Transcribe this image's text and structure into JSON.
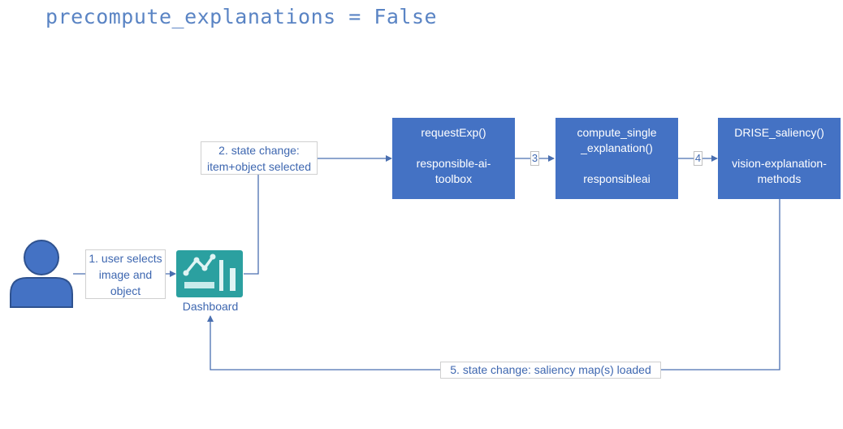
{
  "title": "precompute_explanations = False",
  "user": {
    "icon": "user-icon"
  },
  "dashboard": {
    "icon": "dashboard-chart-icon",
    "caption": "Dashboard",
    "color": "#2ba0a0"
  },
  "labels": {
    "step1": [
      "1. user selects",
      "image and",
      "object"
    ],
    "step2": [
      "2. state change:",
      "item+object selected"
    ],
    "step3": "3",
    "step4": "4",
    "step5": "5. state change: saliency map(s) loaded"
  },
  "boxes": {
    "request": {
      "fn": "requestExp()",
      "pkg": [
        "responsible-ai-",
        "toolbox"
      ]
    },
    "compute": {
      "fn": [
        "compute_single",
        "_explanation()"
      ],
      "pkg": [
        "responsibleai"
      ]
    },
    "drise": {
      "fn": "DRISE_saliency()",
      "pkg": [
        "vision-explanation-",
        "methods"
      ]
    }
  },
  "colors": {
    "accent": "#4472c4",
    "line": "#4a6fb0"
  }
}
